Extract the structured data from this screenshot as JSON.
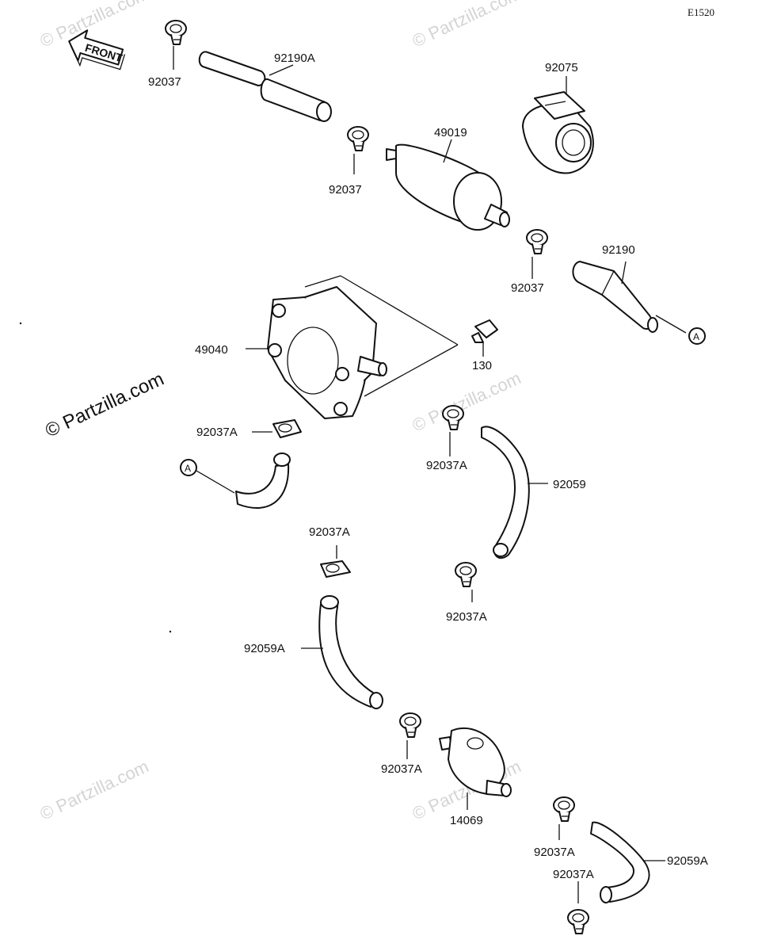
{
  "reference_code": "E1520",
  "front_label": "FRONT",
  "watermark": "© Partzilla.com",
  "marker_letter": "A",
  "labels": {
    "clamp_top": "92037",
    "hose_top": "92190A",
    "bracket": "92075",
    "filter": "49019",
    "clamp_mid": "92037",
    "clamp_right": "92037",
    "hose_right": "92190",
    "pump": "49040",
    "bolt": "130",
    "clamp_pump": "92037A",
    "clamp_center": "92037A",
    "hose_center": "92059",
    "clamp_center_low": "92037A",
    "clamp_left_low": "92037A",
    "hose_left_low": "92059A",
    "clamp_bottom_left": "92037A",
    "filter_bottom": "14069",
    "clamp_bottom_right": "92037A",
    "hose_bottom_right": "92059A",
    "clamp_bottom_right2": "92037A"
  }
}
